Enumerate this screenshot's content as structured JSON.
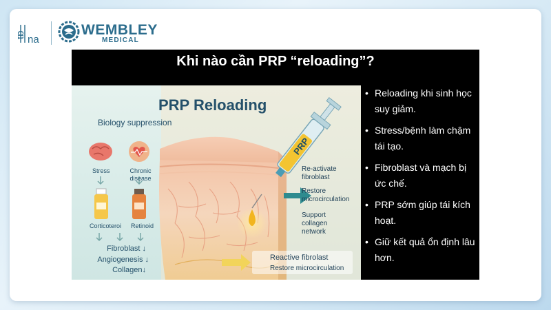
{
  "header": {
    "logo_mark": "tbna",
    "brand_name": "WEMBLEY",
    "brand_sub": "MEDICAL"
  },
  "slide": {
    "title": "Khi nào cần PRP “reloading”?",
    "bullets": [
      "Reloading khi sinh học suy giảm.",
      "Stress/bệnh làm chậm tái tạo.",
      "Fibroblast và mạch bị ức chế.",
      "PRP sớm giúp tái kích hoạt.",
      "Giữ kết quả ổn định lâu hơn."
    ]
  },
  "illustration": {
    "title": "PRP Reloading",
    "biology_title": "Biology suppression",
    "stress": "Stress",
    "chronic": "Chronic disease",
    "corticosteroid": "Corticoteroi",
    "retinoid": "Retinoid",
    "fibroblast_down": "Fibroblast ↓",
    "angiogenesis_down": "Angiogenesis ↓",
    "collagen_down": "Collagen↓",
    "syringe_label": "PRP",
    "reactivate": "Re-activate fibroblast",
    "restore": "Restore microcirculation",
    "support": "Support collagen network",
    "bottom_1": "Reactive fibrolast",
    "bottom_2": "Restore microcirculation"
  },
  "colors": {
    "brand": "#2b6c8c",
    "panel": "#000000",
    "illus_text": "#24506a"
  }
}
